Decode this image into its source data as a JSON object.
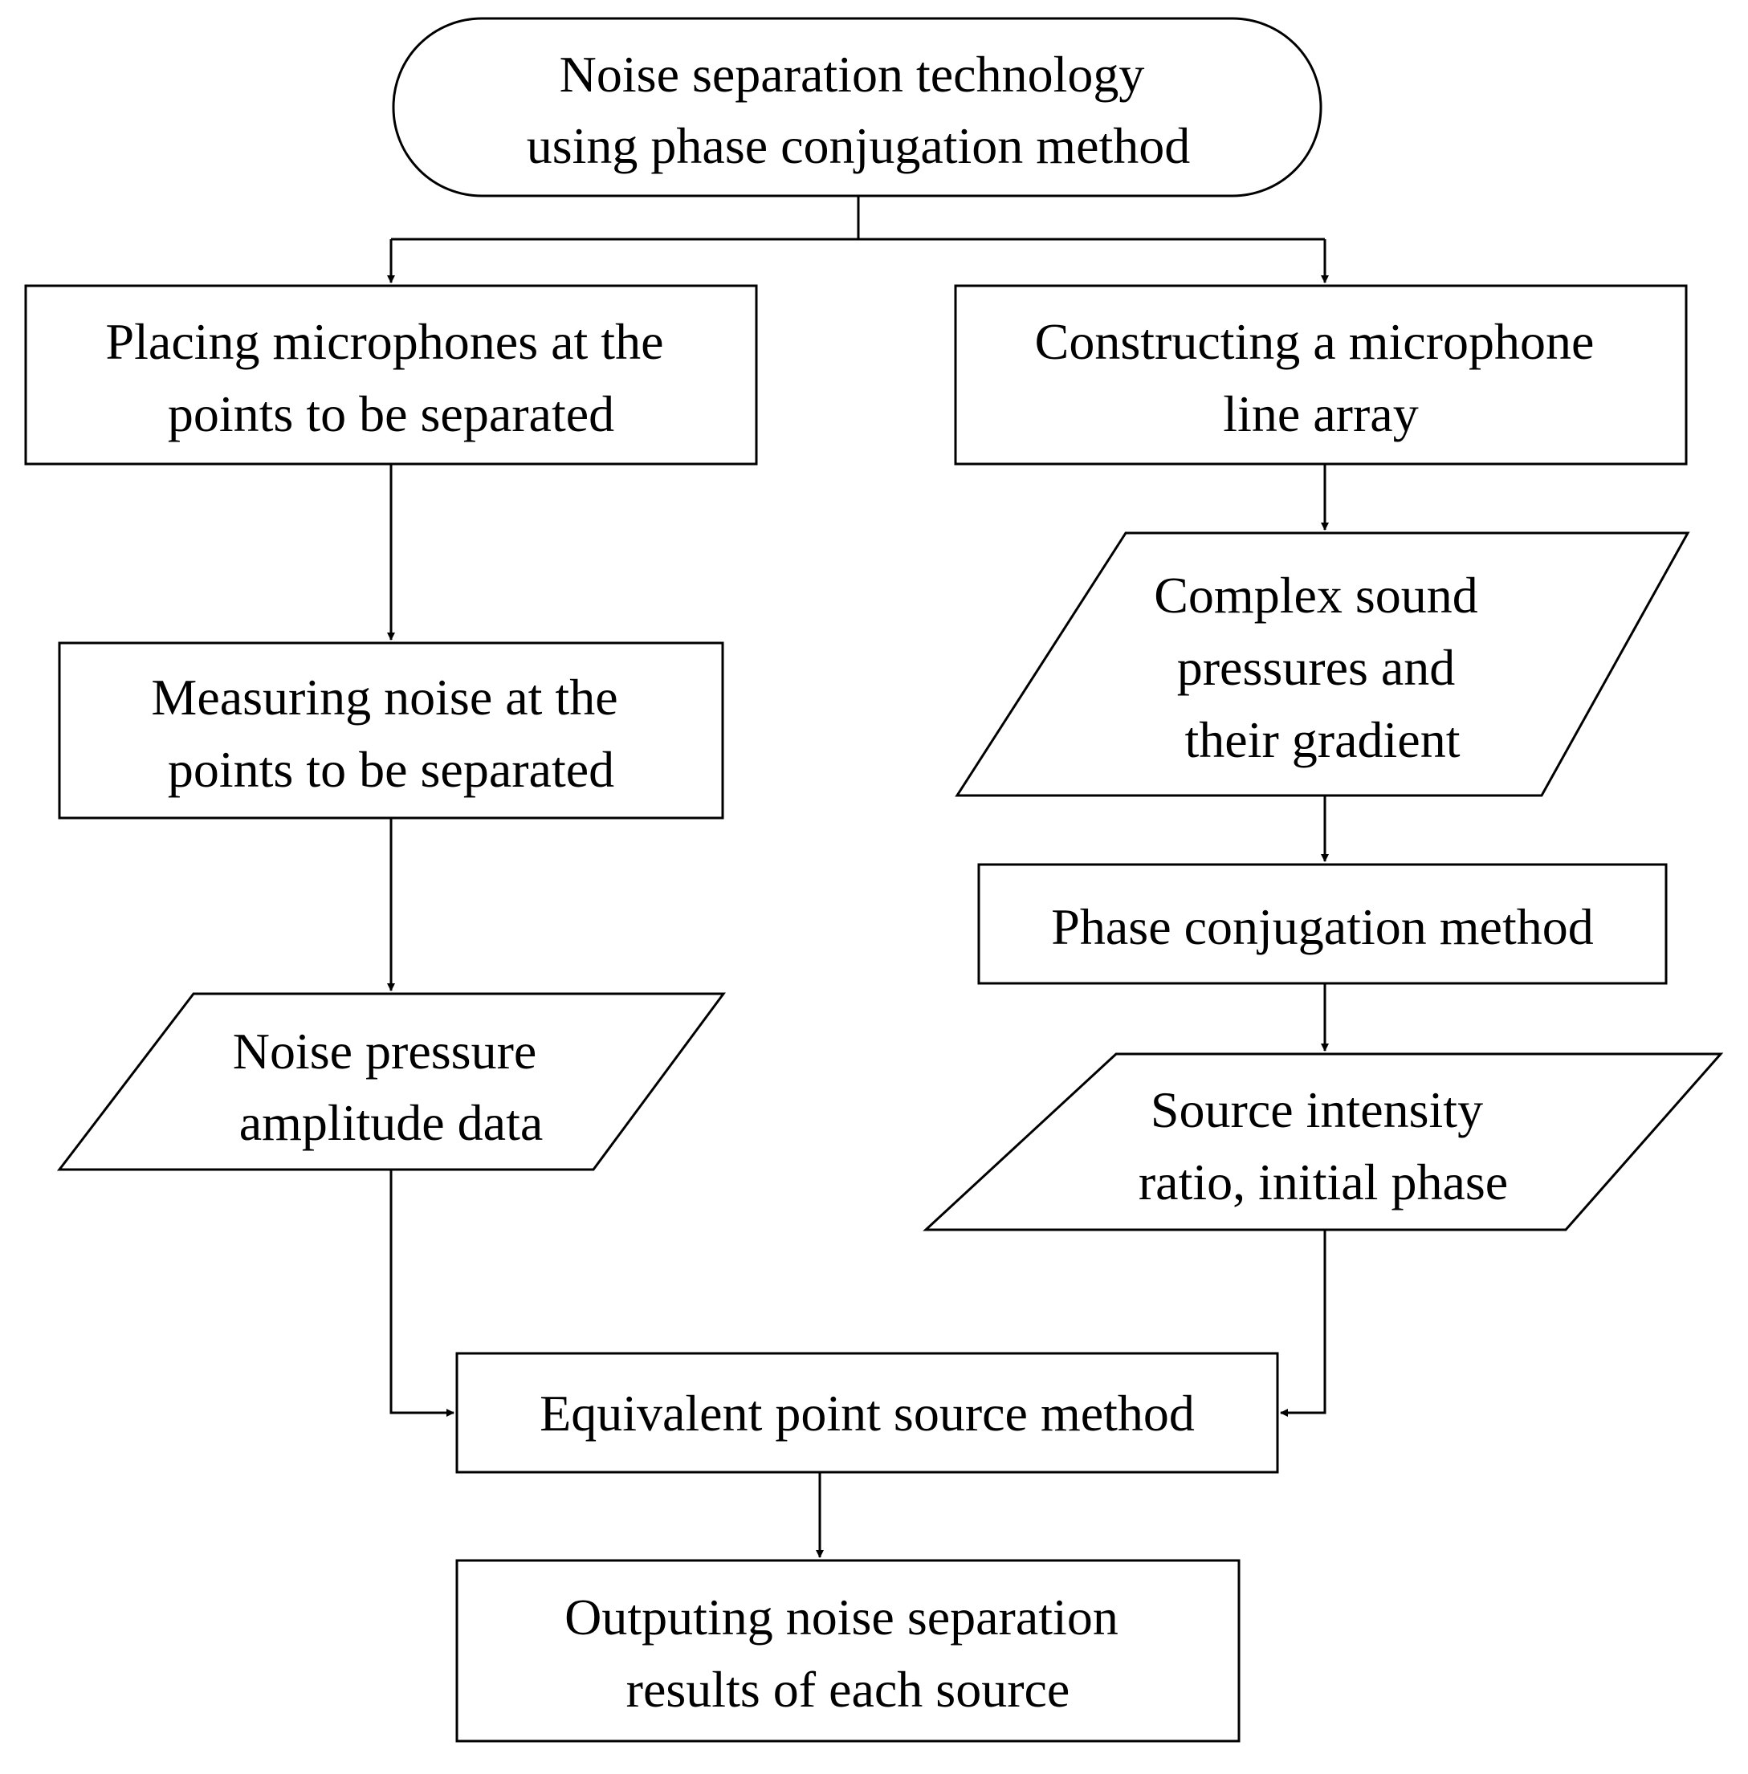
{
  "diagram": {
    "type": "flowchart",
    "nodes": {
      "start": {
        "shape": "terminator",
        "lines": [
          "Noise separation technology",
          "using phase conjugation method"
        ]
      },
      "placing_microphones": {
        "shape": "process",
        "lines": [
          "Placing microphones at the",
          "points to be separated"
        ]
      },
      "constructing_array": {
        "shape": "process",
        "lines": [
          "Constructing a microphone",
          "line array"
        ]
      },
      "measuring_noise": {
        "shape": "process",
        "lines": [
          "Measuring noise at the",
          "points to be separated"
        ]
      },
      "complex_pressures": {
        "shape": "data",
        "lines": [
          "Complex sound",
          "pressures and",
          "their gradient"
        ]
      },
      "phase_conjugation": {
        "shape": "process",
        "lines": [
          "Phase conjugation method"
        ]
      },
      "noise_pressure_data": {
        "shape": "data",
        "lines": [
          "Noise pressure",
          "amplitude data"
        ]
      },
      "source_intensity": {
        "shape": "data",
        "lines": [
          "Source intensity",
          "ratio, initial phase"
        ]
      },
      "equivalent_point_source": {
        "shape": "process",
        "lines": [
          "Equivalent point source method"
        ]
      },
      "output_results": {
        "shape": "process",
        "lines": [
          "Outputing noise separation",
          "results of each source"
        ]
      }
    },
    "edges": [
      {
        "from": "start",
        "to": "placing_microphones"
      },
      {
        "from": "start",
        "to": "constructing_array"
      },
      {
        "from": "placing_microphones",
        "to": "measuring_noise"
      },
      {
        "from": "measuring_noise",
        "to": "noise_pressure_data"
      },
      {
        "from": "noise_pressure_data",
        "to": "equivalent_point_source"
      },
      {
        "from": "constructing_array",
        "to": "complex_pressures"
      },
      {
        "from": "complex_pressures",
        "to": "phase_conjugation"
      },
      {
        "from": "phase_conjugation",
        "to": "source_intensity"
      },
      {
        "from": "source_intensity",
        "to": "equivalent_point_source"
      },
      {
        "from": "equivalent_point_source",
        "to": "output_results"
      }
    ]
  }
}
